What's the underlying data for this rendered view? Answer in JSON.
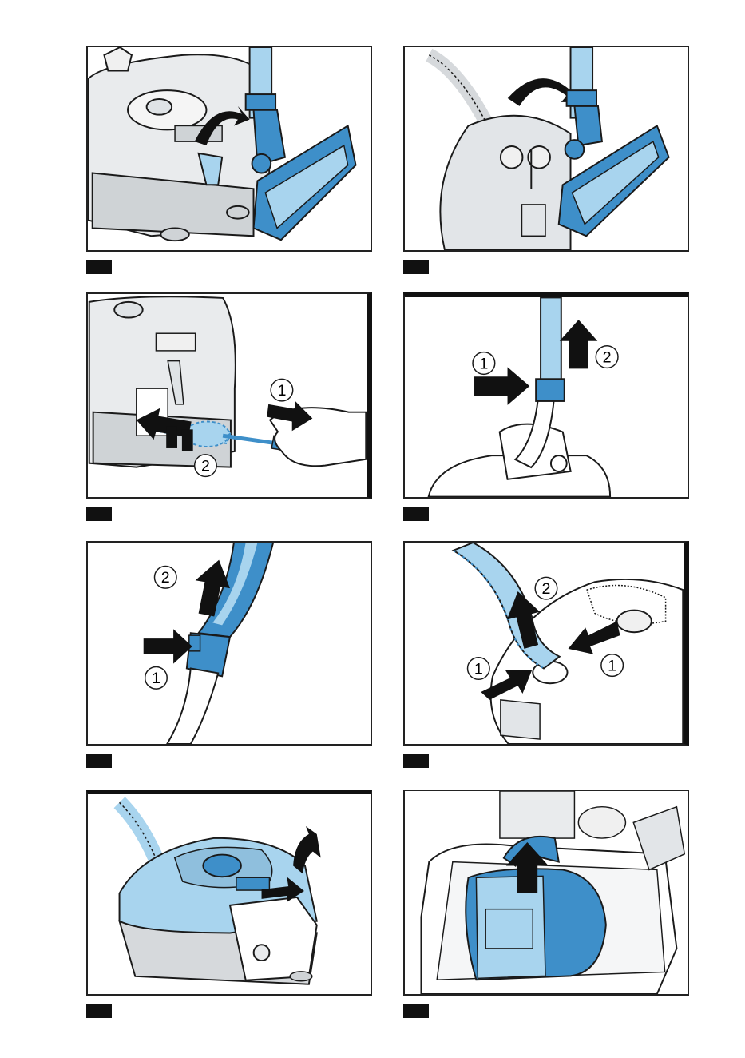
{
  "figures": [
    {
      "id": "fig-1",
      "callouts": []
    },
    {
      "id": "fig-2",
      "callouts": []
    },
    {
      "id": "fig-3",
      "callouts": [
        "1",
        "2"
      ]
    },
    {
      "id": "fig-4",
      "callouts": [
        "1",
        "2"
      ]
    },
    {
      "id": "fig-5",
      "callouts": [
        "2",
        "1"
      ]
    },
    {
      "id": "fig-6",
      "callouts": [
        "2",
        "1",
        "1"
      ]
    },
    {
      "id": "fig-7",
      "callouts": []
    },
    {
      "id": "fig-8",
      "callouts": []
    }
  ],
  "colors": {
    "accent_blue": "#3e8fc9",
    "light_blue": "#a8d4ee",
    "gray_body": "#d6d9dc",
    "outline": "#1a1a1a"
  }
}
